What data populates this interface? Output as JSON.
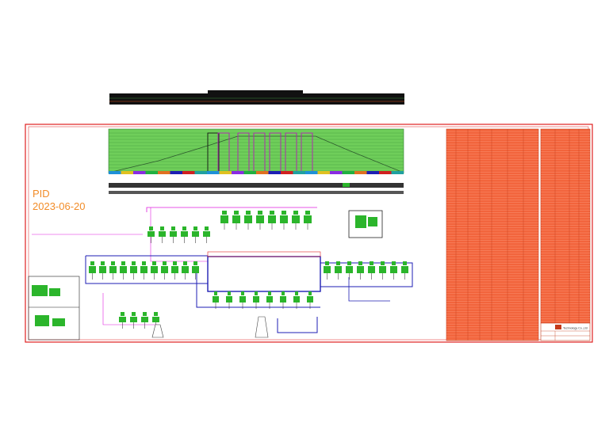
{
  "sheet": {
    "label": "PID",
    "date": "2023-06-20"
  },
  "title_block": {
    "company_text": "Technology Co.,Ltd"
  },
  "colors": {
    "frame": "#e02020",
    "table_fill": "#f2643c",
    "text_accent": "#f28c28",
    "equipment": "#1fa81f",
    "pipe_magenta": "#e01ee0",
    "pipe_blue": "#1e1eb4",
    "background": "#ffffff"
  }
}
